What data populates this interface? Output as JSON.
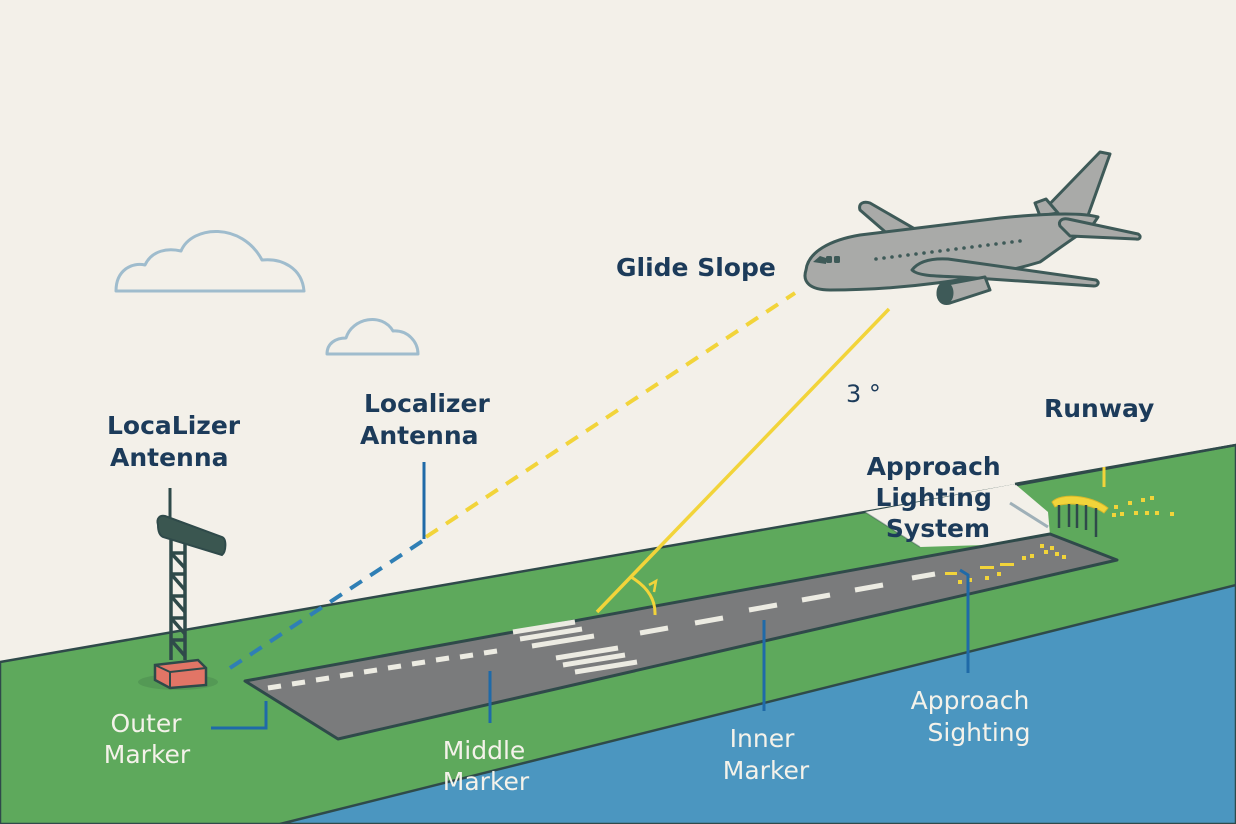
{
  "title": "Instrument Landing System diagram",
  "colors": {
    "sky": "#f3f0e9",
    "grass": "#5ea95c",
    "water": "#4b96c0",
    "runway": "#7a7b7c",
    "outline": "#2f4a4a",
    "label_dark": "#1c3b5a",
    "leader_blue": "#1f6aa8",
    "glide_yellow": "#f2d43a",
    "aircraft_gray": "#a9aaa8",
    "tower_base": "#e27566",
    "cloud": "#9fbccd"
  },
  "labels": {
    "localizer_left": [
      "LocaLizer",
      "Antenna"
    ],
    "localizer_center": [
      "Localizer",
      "Antenna"
    ],
    "glide_slope": "Glide Slope",
    "angle": "3 °",
    "runway": "Runway",
    "approach_lighting": [
      "Approach",
      "Lighting",
      "System"
    ],
    "outer_marker": [
      "Outer",
      "Marker"
    ],
    "middle_marker": [
      "Middle",
      "Marker"
    ],
    "inner_marker": [
      "Inner",
      "Marker"
    ],
    "approach_sighting": [
      "Approach",
      "Sighting"
    ]
  },
  "icons": {
    "aircraft": "airplane-icon",
    "tower": "localizer-tower-icon",
    "clouds": "cloud-icon",
    "approach_light_structure": "approach-light-icon"
  }
}
